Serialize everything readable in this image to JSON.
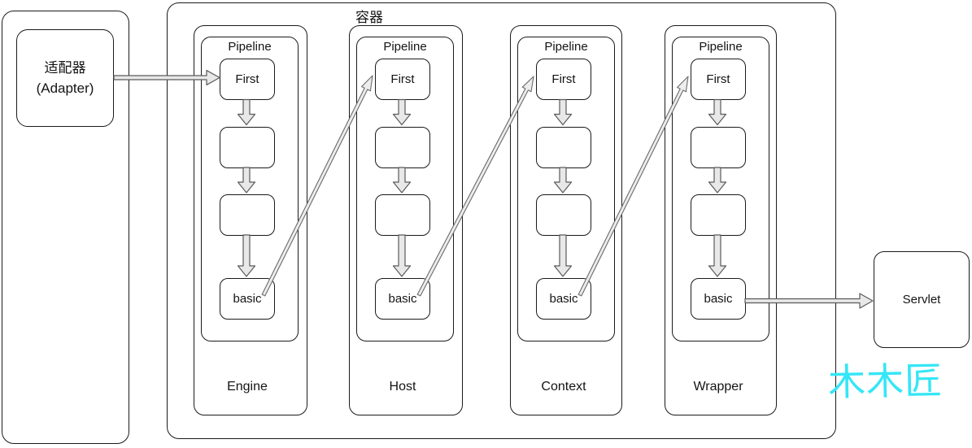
{
  "diagram": {
    "container_label": "容器",
    "adapter": {
      "line1": "适配器",
      "line2": "(Adapter)"
    },
    "pipelines": [
      {
        "title": "Pipeline",
        "first": "First",
        "basic": "basic",
        "name": "Engine"
      },
      {
        "title": "Pipeline",
        "first": "First",
        "basic": "basic",
        "name": "Host"
      },
      {
        "title": "Pipeline",
        "first": "First",
        "basic": "basic",
        "name": "Context"
      },
      {
        "title": "Pipeline",
        "first": "First",
        "basic": "basic",
        "name": "Wrapper"
      }
    ],
    "servlet_label": "Servlet",
    "watermark": {
      "text": "木木匠",
      "color": "#35e6f6"
    },
    "connections": [
      "适配器(Adapter) → Engine.Pipeline.First",
      "First → valve → valve → basic (inside each Pipeline)",
      "Engine.basic → Host.First",
      "Host.basic → Context.First",
      "Context.basic → Wrapper.First",
      "Wrapper.basic → Servlet"
    ],
    "colors": {
      "line": "#1a1a1a",
      "arrow_fill": "#e8e8e8",
      "arrow_stroke": "#5a5a5a",
      "watermark": "#35e6f6"
    }
  }
}
